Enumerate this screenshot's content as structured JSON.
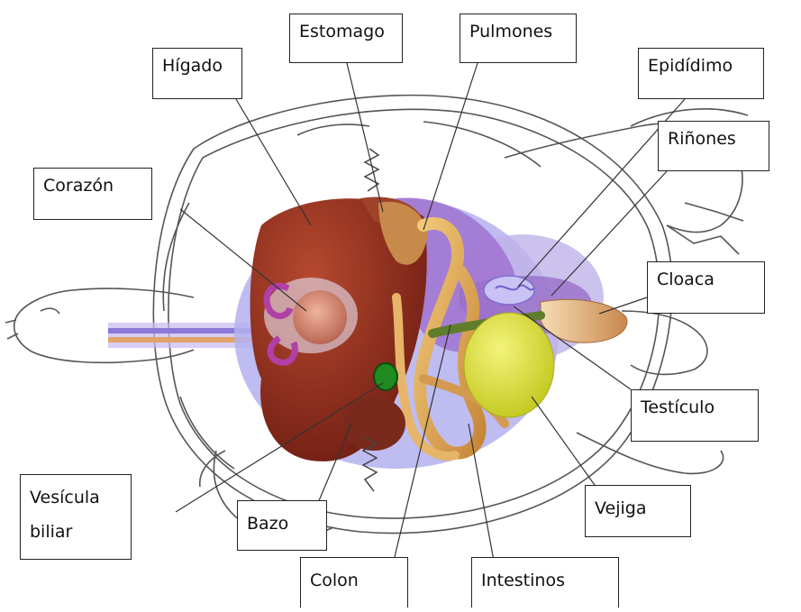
{
  "labels": {
    "higado": "Hígado",
    "estomago": "Estomago",
    "pulmones": "Pulmones",
    "epididimo": "Epidídimo",
    "rinones": "Riñones",
    "corazon": "Corazón",
    "cloaca": "Cloaca",
    "testiculo": "Testículo",
    "vesicula_1": "Vesícula",
    "vesicula_2": "biliar",
    "bazo": "Bazo",
    "vejiga": "Vejiga",
    "colon": "Colon",
    "intestinos": "Intestinos"
  },
  "colors": {
    "liver": "#8b2a1c",
    "shell_outline": "#555555",
    "body_cavity": "#a9a6e6",
    "lungs": "#9a6fc8",
    "bladder": "#d9e233",
    "gallbladder": "#1f8a1f",
    "heart": "#b8655a",
    "intestine": "#d9a24a"
  }
}
